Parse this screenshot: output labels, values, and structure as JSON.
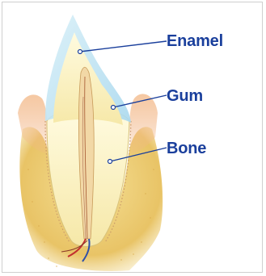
{
  "labels": {
    "enamel": "Enamel",
    "gum": "Gum",
    "bone": "Bone"
  },
  "colors": {
    "label_text": "#1a3f9c",
    "leader_line": "#1a3f9c",
    "enamel": "#bfe3f2",
    "crown": "#fbf3c4",
    "gum": "#f3b98f",
    "bone": "#e9c25c",
    "nerve_red": "#c22f2f",
    "nerve_blue": "#2f4fa8"
  }
}
